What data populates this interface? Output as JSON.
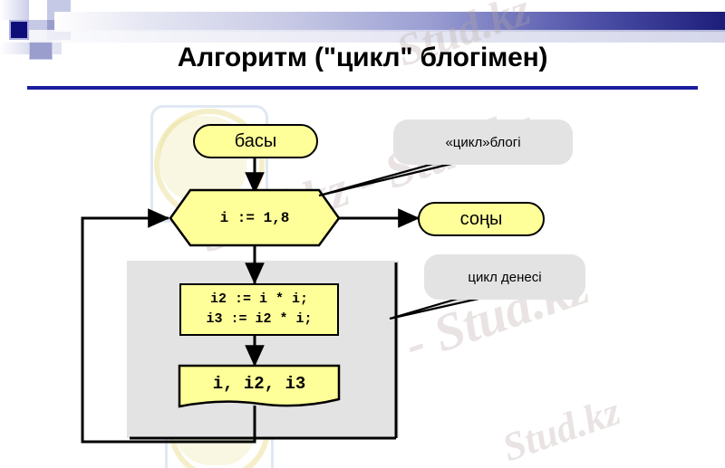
{
  "slide": {
    "title": "Алгоритм (\"цикл\" блогімен)",
    "accent_color": "#1b1d9e",
    "node_fill": "#ffff99",
    "region_fill": "#e3e3e3",
    "outline_color": "#000000"
  },
  "watermark": {
    "text": "Stud.kz",
    "text_dash": "Stud.kz - Stud.kz"
  },
  "flowchart": {
    "start": {
      "label": "басы"
    },
    "loop_header": {
      "label": "i := 1,8"
    },
    "end": {
      "label": "соңы"
    },
    "process": {
      "line1": "i2 := i * i;",
      "line2": "i3 := i2 * i;"
    },
    "output": {
      "label": "i, i2, i3"
    },
    "callouts": [
      {
        "label": "«цикл»блогі"
      },
      {
        "label": "цикл денесі"
      }
    ]
  }
}
